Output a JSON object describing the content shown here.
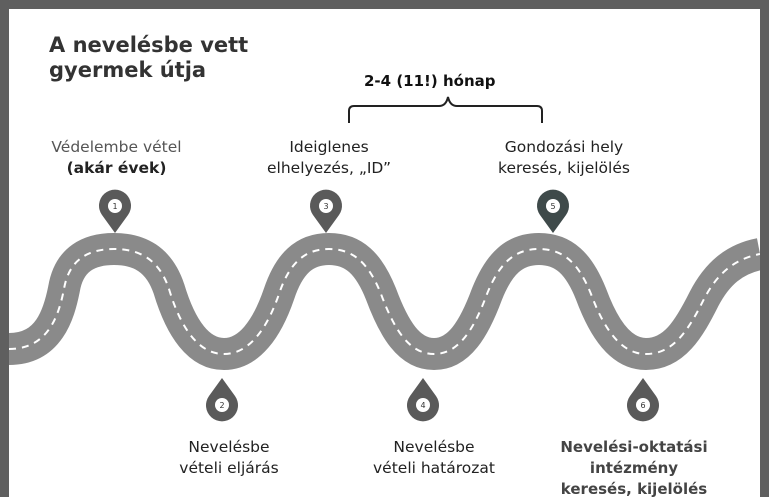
{
  "title": {
    "line1": "A nevelésbe vett",
    "line2": "gyermek útja"
  },
  "duration_label": "2-4 (11!) hónap",
  "steps": [
    {
      "number": "1",
      "line1": "Védelembe vétel",
      "line2": "(akár évek)"
    },
    {
      "number": "2",
      "line1": "Nevelésbe",
      "line2": "vételi eljárás"
    },
    {
      "number": "3",
      "line1": "Ideiglenes",
      "line2": "elhelyezés, „ID”"
    },
    {
      "number": "4",
      "line1": "Nevelésbe",
      "line2": "vételi határozat"
    },
    {
      "number": "5",
      "line1": "Gondozási hely",
      "line2": "keresés, kijelölés"
    },
    {
      "number": "6",
      "line1": "Nevelési-oktatási intézmény",
      "line2": "keresés, kijelölés"
    }
  ],
  "colors": {
    "frame": "#5f5f5f",
    "road": "#8a8a8a",
    "road_edge": "#ffffff",
    "pin": "#5a5a5a",
    "pin_highlight": "#3f4a4a"
  }
}
